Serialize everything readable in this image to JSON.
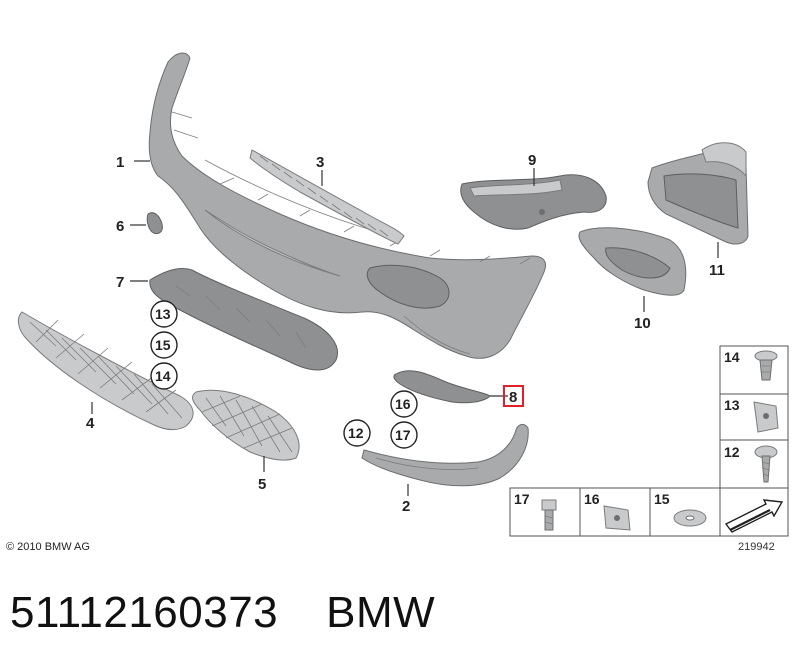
{
  "diagram": {
    "labels": {
      "p1": "1",
      "p2": "2",
      "p3": "3",
      "p4": "4",
      "p5": "5",
      "p6": "6",
      "p7": "7",
      "p8": "8",
      "p9": "9",
      "p10": "10",
      "p11": "11",
      "c12": "12",
      "c13": "13",
      "c14a": "14",
      "c15a": "15",
      "c16a": "16",
      "c17a": "17"
    },
    "legend": {
      "box14": "14",
      "box13": "13",
      "box12": "12",
      "box17": "17",
      "box16": "16",
      "box15": "15"
    },
    "highlight_color": "#e0212b"
  },
  "footer": {
    "copyright": "© 2010 BMW AG",
    "ref_number": "219942"
  },
  "caption": {
    "part_number": "51112160373",
    "brand": "BMW"
  }
}
